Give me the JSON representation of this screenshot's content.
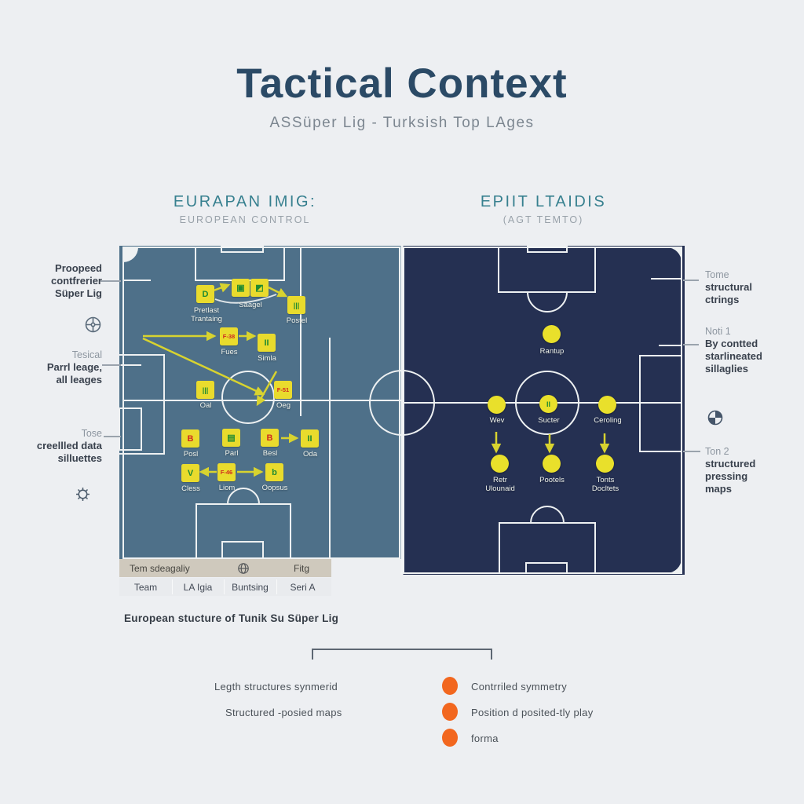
{
  "header": {
    "title": "Tactical Context",
    "subtitle": "ASSüper Lig - Turksish Top LAges"
  },
  "panels": {
    "left": {
      "heading": "EURAPAN IMIG:",
      "subheading": "EUROPEAN CONTROL"
    },
    "right": {
      "heading": "EPIIT LTAIDIS",
      "subheading": "(AGT TEMTO)"
    }
  },
  "annotations": {
    "left": [
      {
        "lines": [
          "Proopeed",
          "contfrerier",
          "Süper Lig"
        ],
        "icon": "compass-ball-icon"
      },
      {
        "muted": "Tesical",
        "lines": [
          "Parrl leage,",
          "all leages"
        ]
      },
      {
        "muted": "Tose",
        "lines": [
          "creellled data",
          "silluettes"
        ],
        "icon": "gear-icon"
      }
    ],
    "right": [
      {
        "muted": "Tome",
        "lines": [
          "structural",
          "ctrings"
        ]
      },
      {
        "muted": "Noti 1",
        "lines": [
          "By contted",
          "starlineated",
          "sillaglies"
        ],
        "icon": "quarter-ball-icon"
      },
      {
        "muted": "Ton 2",
        "lines": [
          "structured",
          "pressing",
          "maps"
        ]
      }
    ]
  },
  "pitch_left": {
    "markers": [
      {
        "glyph": "D",
        "label": "Pretlast",
        "label2": "Trantaing"
      },
      {
        "glyph": "▣",
        "label": "Saagel"
      },
      {
        "glyph": "◩"
      },
      {
        "glyph": "|||",
        "label": "Postel"
      },
      {
        "glyph": "F-38",
        "label": "Fues"
      },
      {
        "glyph": "II",
        "label": "Simla"
      },
      {
        "glyph": "|||",
        "label": "Oal"
      },
      {
        "glyph": "F-51",
        "label": "Oeg"
      },
      {
        "glyph": "B",
        "label": "Posl"
      },
      {
        "glyph": "▤",
        "label": "Parl"
      },
      {
        "glyph": "B",
        "label": "Besl"
      },
      {
        "glyph": "II",
        "label": "Oda"
      },
      {
        "glyph": "V",
        "label": "Cless"
      },
      {
        "glyph": "F-46",
        "label": "Liom"
      },
      {
        "glyph": "b",
        "label": "Oopsus"
      }
    ]
  },
  "pitch_right": {
    "markers": [
      {
        "label": "Rantup"
      },
      {
        "label": "Wev"
      },
      {
        "glyph": "II",
        "label": "Sucter"
      },
      {
        "label": "Ceroling"
      },
      {
        "label": "Retr",
        "label2": "Ulounaid"
      },
      {
        "label": "Pootels"
      },
      {
        "label": "Tonts",
        "label2": "Docltets"
      }
    ]
  },
  "table": {
    "row1": {
      "col1": "Tem sdeagaliy",
      "icon": "globe-icon",
      "col3": "Fitg"
    },
    "row2": [
      "Team",
      "LA Igia",
      "Buntsing",
      "Seri A"
    ]
  },
  "caption": "European stucture of Tunik Su Süper Lig",
  "legend": {
    "notes": [
      "Legth structures synmerid",
      "Structured -posied maps"
    ],
    "bullets": [
      "Contrriled symmetry",
      "Position d posited-tly play",
      "forma"
    ]
  },
  "colors": {
    "background": "#edeff2",
    "title": "#2b4a66",
    "teal_heading": "#37808f",
    "pitch_left": "#4e7089",
    "pitch_right": "#253052",
    "marker_yellow": "#e9db2d",
    "glyph_red": "#cf2b20",
    "glyph_green": "#1f8a31",
    "arrow_yellow": "#d8d32f",
    "accent_orange": "#f2671f"
  }
}
